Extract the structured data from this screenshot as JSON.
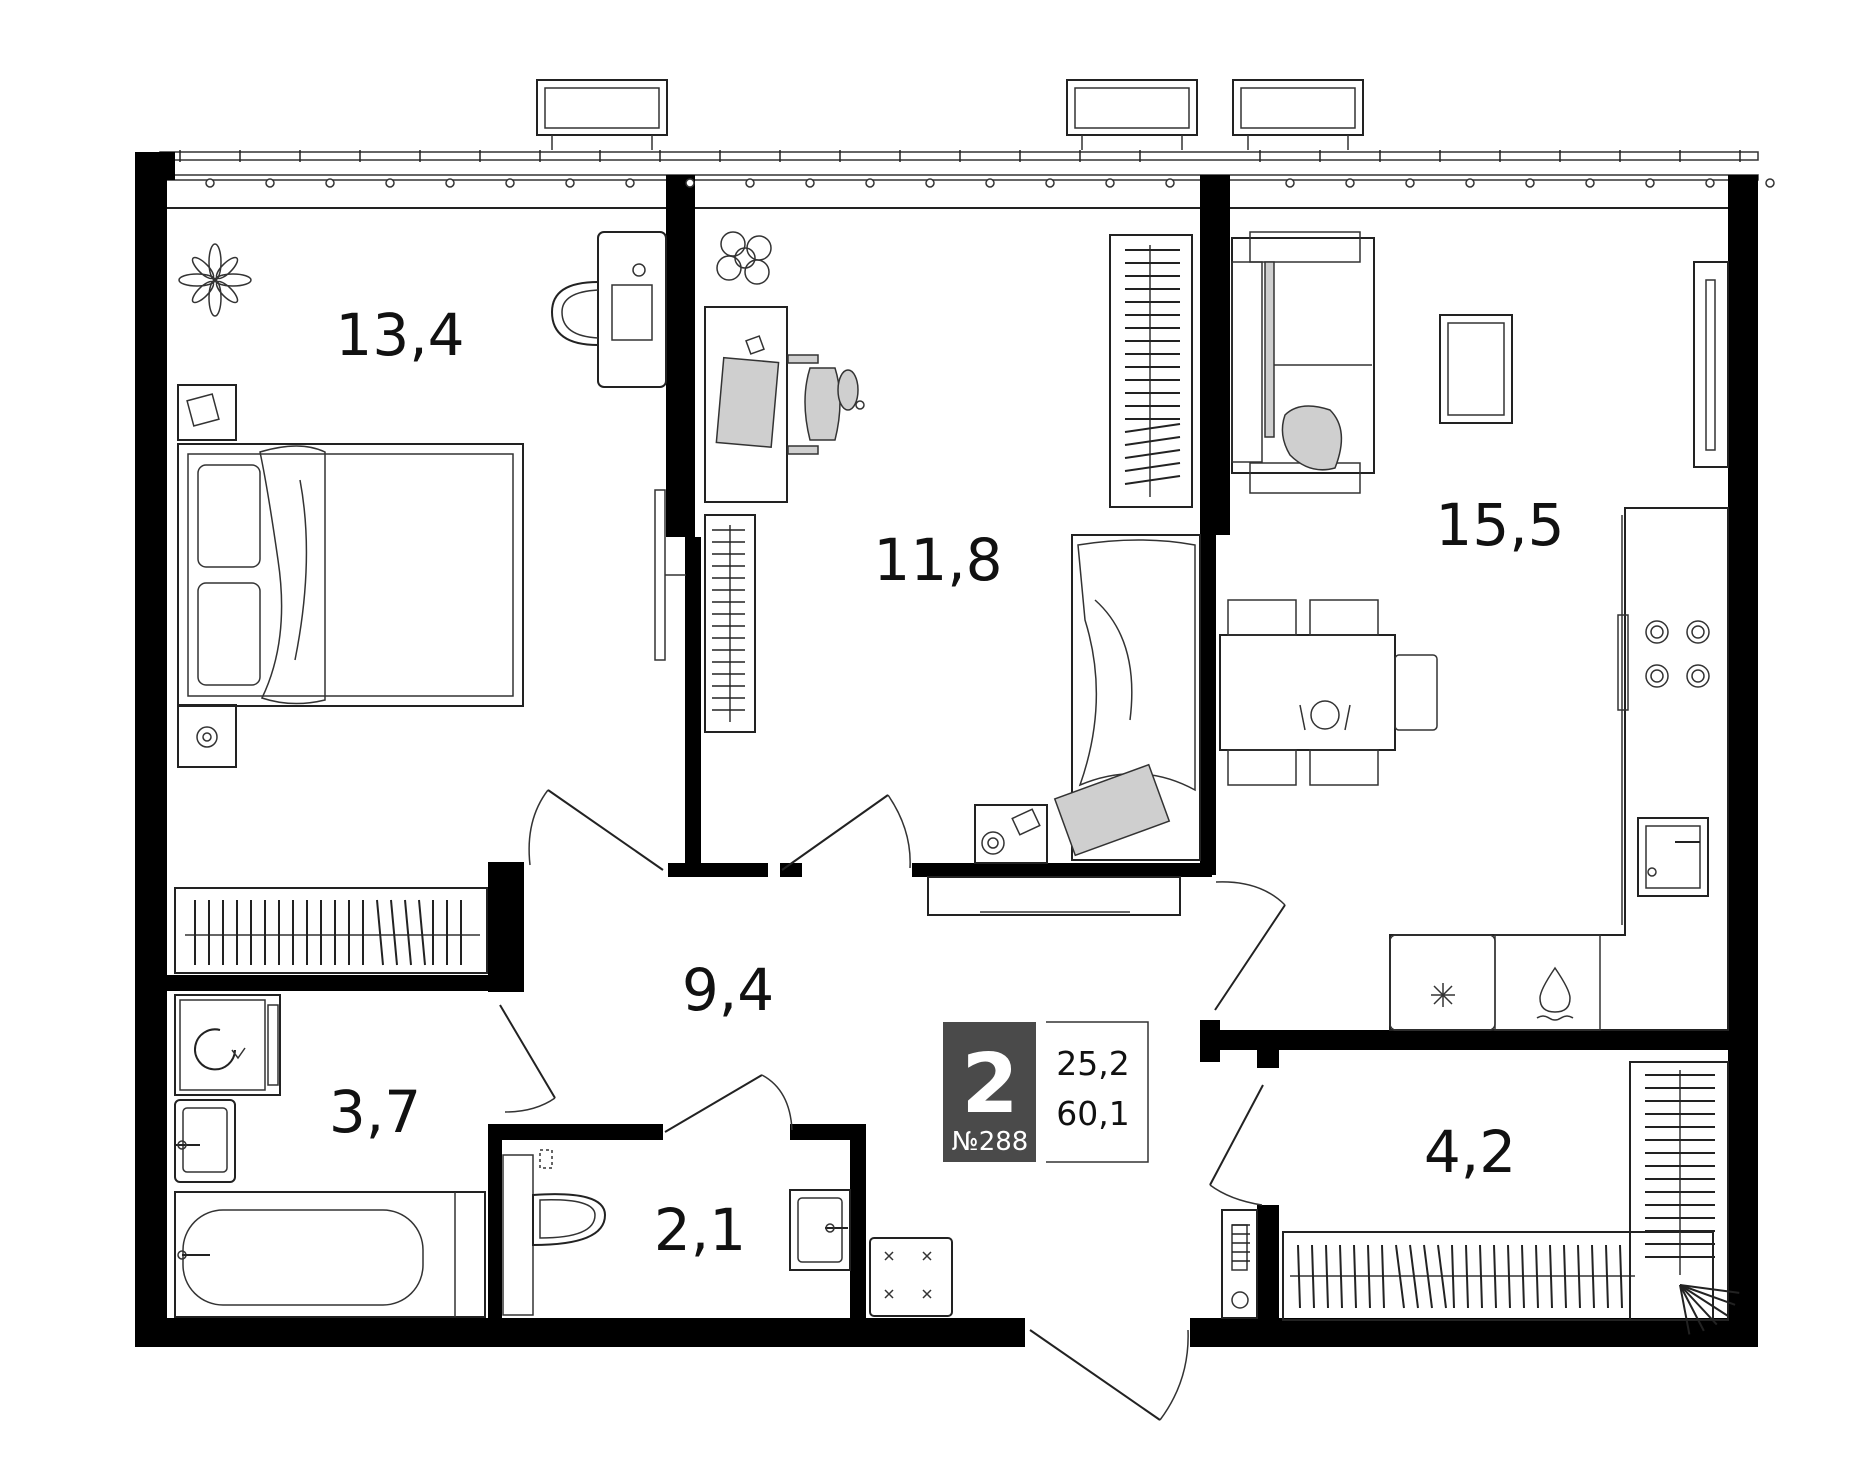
{
  "rooms": [
    {
      "name": "bedroom-1",
      "area": "13,4"
    },
    {
      "name": "bedroom-2",
      "area": "11,8"
    },
    {
      "name": "kitchen-living",
      "area": "15,5"
    },
    {
      "name": "hallway",
      "area": "9,4"
    },
    {
      "name": "bathroom",
      "area": "3,7"
    },
    {
      "name": "toilet",
      "area": "2,1"
    },
    {
      "name": "storage",
      "area": "4,2"
    }
  ],
  "summary": {
    "room_count": "2",
    "apartment_number": "№288",
    "living_area": "25,2",
    "total_area": "60,1"
  },
  "colors": {
    "wall": "#000000",
    "badge": "#4a4a4a",
    "furniture_fill": "#cfcfcf"
  }
}
